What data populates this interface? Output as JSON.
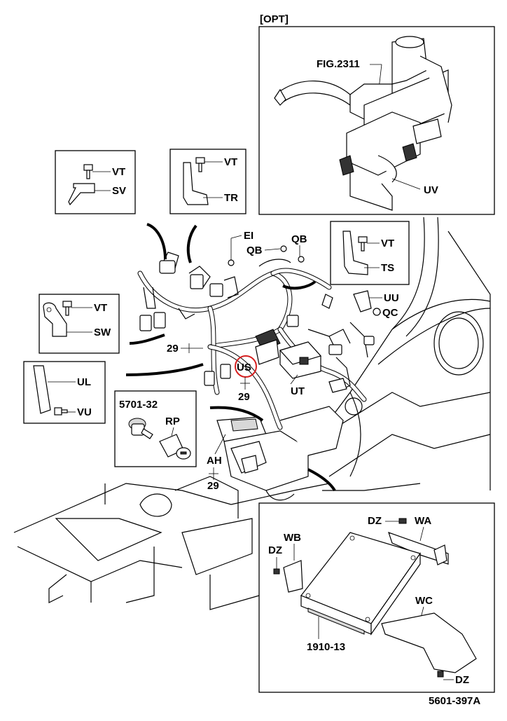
{
  "diagram_id": "5601-397A",
  "option_box": {
    "tag": "[OPT]",
    "ref": "FIG.2311",
    "part": "UV"
  },
  "callouts": {
    "vt_sv": {
      "vt": "VT",
      "sv": "SV"
    },
    "vt_tr": {
      "vt": "VT",
      "tr": "TR"
    },
    "vt_ts": {
      "vt": "VT",
      "ts": "TS"
    },
    "vt_sw": {
      "vt": "VT",
      "sw": "SW"
    },
    "ul_vu": {
      "ul": "UL",
      "vu": "VU"
    },
    "rp_box": {
      "ref": "5701-32",
      "rp": "RP"
    },
    "ecu_box": {
      "dz_top": "DZ",
      "wa": "WA",
      "wb": "WB",
      "dz_left": "DZ",
      "wc": "WC",
      "ref": "1910-13",
      "dz_bottom": "DZ"
    }
  },
  "labels": {
    "ei": "EI",
    "qb_top": "QB",
    "qb_left": "QB",
    "uu": "UU",
    "qc": "QC",
    "n29_left": "29",
    "us": "US",
    "n29_us": "29",
    "ut": "UT",
    "ah": "AH",
    "n29_ah": "29"
  },
  "highlight_color": "#d62020"
}
